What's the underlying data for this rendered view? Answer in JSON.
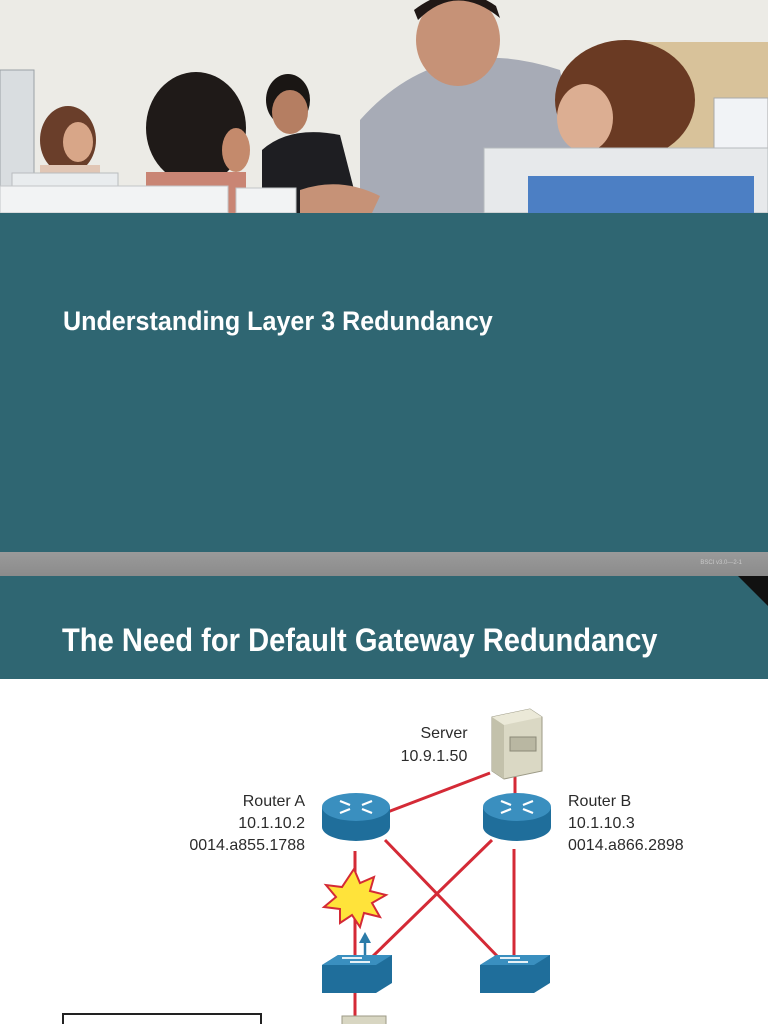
{
  "slide1": {
    "title": "Understanding Layer 3 Redundancy",
    "footer_code": "BSCI v3.0—2-1"
  },
  "slide2": {
    "title": "The Need for Default Gateway Redundancy",
    "server": {
      "label": "Server",
      "ip": "10.9.1.50"
    },
    "router_a": {
      "label": "Router A",
      "ip": "10.1.10.2",
      "mac": "0014.a855.1788"
    },
    "router_b": {
      "label": "Router B",
      "ip": "10.1.10.3",
      "mac": "0014.a866.2898"
    }
  },
  "colors": {
    "slide_teal": "#2f6672",
    "link_red": "#d42a36",
    "device_blue": "#2a7ba8",
    "arrow_blue": "#2a7ba8",
    "failure_yellow": "#ffe33a"
  }
}
